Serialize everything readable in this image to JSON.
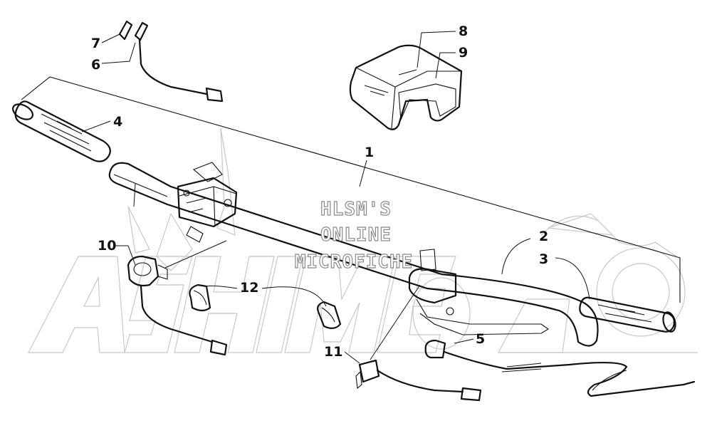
{
  "callouts": {
    "c1": "1",
    "c2": "2",
    "c3": "3",
    "c4": "4",
    "c5": "5",
    "c6": "6",
    "c7": "7",
    "c8": "8",
    "c9": "9",
    "c10": "10",
    "c11": "11",
    "c12": "12"
  },
  "watermark": {
    "line1": "HLSM'S",
    "line2": "ONLINE",
    "line3": "MICROFICHE"
  },
  "colors": {
    "ink": "#111111",
    "watermark_gray": "#c8c8c8",
    "background": "#ffffff"
  }
}
